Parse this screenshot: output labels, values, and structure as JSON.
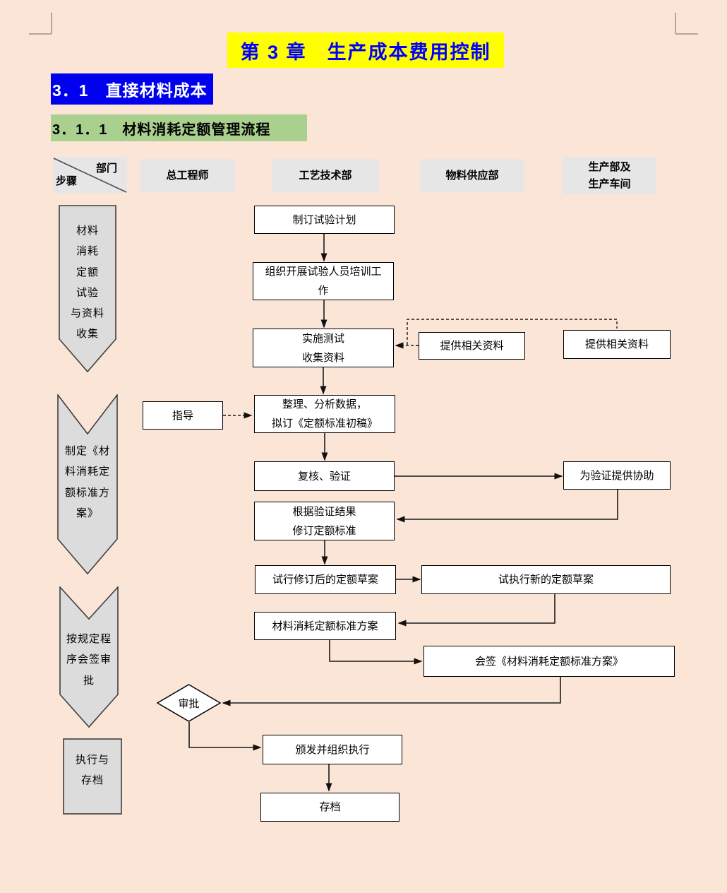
{
  "page": {
    "title": "第 3 章　生产成本费用控制",
    "section_heading": "3．1　直接材料成本",
    "subsection_heading": "3．1．1　材料消耗定额管理流程"
  },
  "colors": {
    "page_bg": "#fbe5d6",
    "title_fg": "#0000ff",
    "title_bg": "#ffff00",
    "section_bg": "#0000ee",
    "section_fg": "#ffffff",
    "subsection_bg": "#a9d08e",
    "lane_bg": "#e7e6e6",
    "phase_fill": "#dcdcdc",
    "node_bg": "#ffffff",
    "line": "#1a1a1a"
  },
  "flowchart": {
    "lanes": {
      "corner_top": "部门",
      "corner_bottom": "步骤",
      "columns": [
        "总工程师",
        "工艺技术部",
        "物料供应部",
        "生产部及\n生产车间"
      ]
    },
    "phases": [
      {
        "label": "材料\n消耗\n定额\n试验\n与资料\n收集"
      },
      {
        "label": "制定《材\n料消耗定\n额标准方\n案》"
      },
      {
        "label": "按规定程\n序会签审\n批"
      },
      {
        "label": "执行与\n存档"
      }
    ],
    "nodes": [
      {
        "label": "制订试验计划"
      },
      {
        "label": "组织开展试验人员培训工\n作"
      },
      {
        "label": "实施测试\n收集资料"
      },
      {
        "label": "提供相关资料"
      },
      {
        "label": "提供相关资料"
      },
      {
        "label": "指导"
      },
      {
        "label": "整理、分析数据，\n拟订《定额标准初稿》"
      },
      {
        "label": "复核、验证"
      },
      {
        "label": "为验证提供协助"
      },
      {
        "label": "根据验证结果\n修订定额标准"
      },
      {
        "label": "试行修订后的定额草案"
      },
      {
        "label": "试执行新的定额草案"
      },
      {
        "label": "材料消耗定额标准方案"
      },
      {
        "label": "会签《材料消耗定额标准方案》"
      },
      {
        "label": "颁发并组织执行"
      },
      {
        "label": "存档"
      }
    ],
    "decision": {
      "label": "审批"
    }
  }
}
